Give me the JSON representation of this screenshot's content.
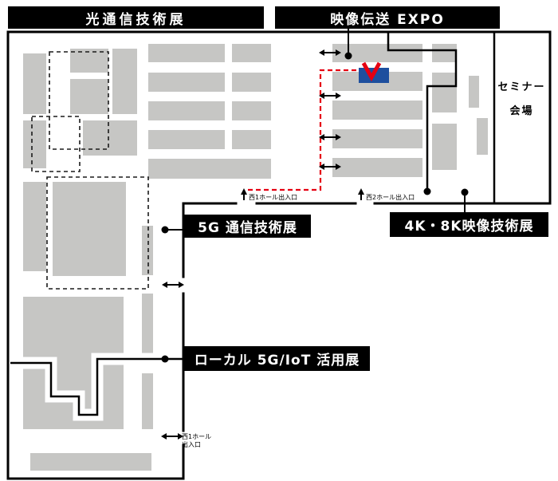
{
  "colors": {
    "wall_black": "#000000",
    "booth_gray": "#c6c6c4",
    "route_red": "#e50012",
    "highlight_blue": "#1e4f9e"
  },
  "headers": {
    "left_title": "光通信技術展",
    "right_title": "映像伝送 EXPO"
  },
  "zone_labels": {
    "five_g": "5G 通信技術展",
    "four_k_eight_k": "4K・8K映像技術展",
    "local_five_g_iot": "ローカル 5G/IoT 活用展"
  },
  "seminar": {
    "line1": "セミナー",
    "line2": "会場"
  },
  "exits": {
    "west1_top": "西1ホール出入口",
    "west2_top": "西2ホール出入口",
    "west1_bottom_line1": "西1ホール",
    "west1_bottom_line2": "出入口"
  }
}
